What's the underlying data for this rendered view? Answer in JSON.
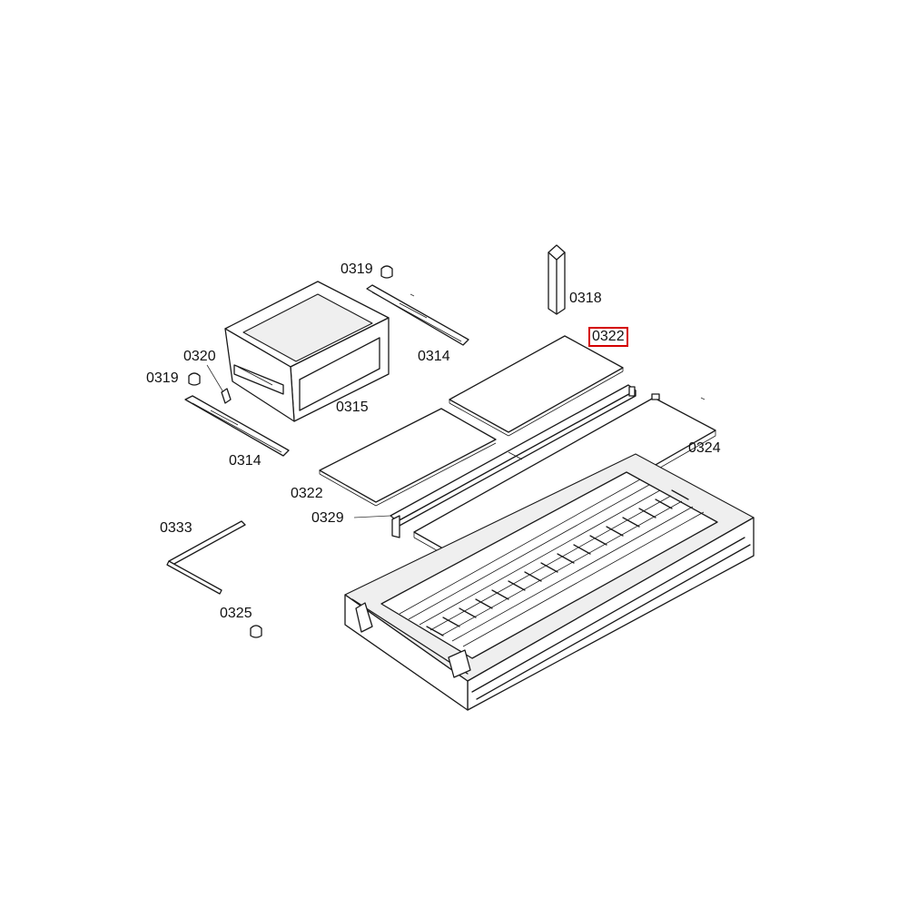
{
  "labels": [
    {
      "id": "l0319a",
      "text": "0319",
      "highlighted": false
    },
    {
      "id": "l0318",
      "text": "0318",
      "highlighted": false
    },
    {
      "id": "l0322a",
      "text": "0322",
      "highlighted": true
    },
    {
      "id": "l0314a",
      "text": "0314",
      "highlighted": false
    },
    {
      "id": "l0320",
      "text": "0320",
      "highlighted": false
    },
    {
      "id": "l0319b",
      "text": "0319",
      "highlighted": false
    },
    {
      "id": "l0315",
      "text": "0315",
      "highlighted": false
    },
    {
      "id": "l0324",
      "text": "0324",
      "highlighted": false
    },
    {
      "id": "l0314b",
      "text": "0314",
      "highlighted": false
    },
    {
      "id": "l0322b",
      "text": "0322",
      "highlighted": false
    },
    {
      "id": "l0329",
      "text": "0329",
      "highlighted": false
    },
    {
      "id": "l0333",
      "text": "0333",
      "highlighted": false
    },
    {
      "id": "l0325",
      "text": "0325",
      "highlighted": false
    }
  ],
  "colors": {
    "line": "#1a1a1a",
    "highlight_border": "#d40000",
    "background": "#ffffff"
  }
}
